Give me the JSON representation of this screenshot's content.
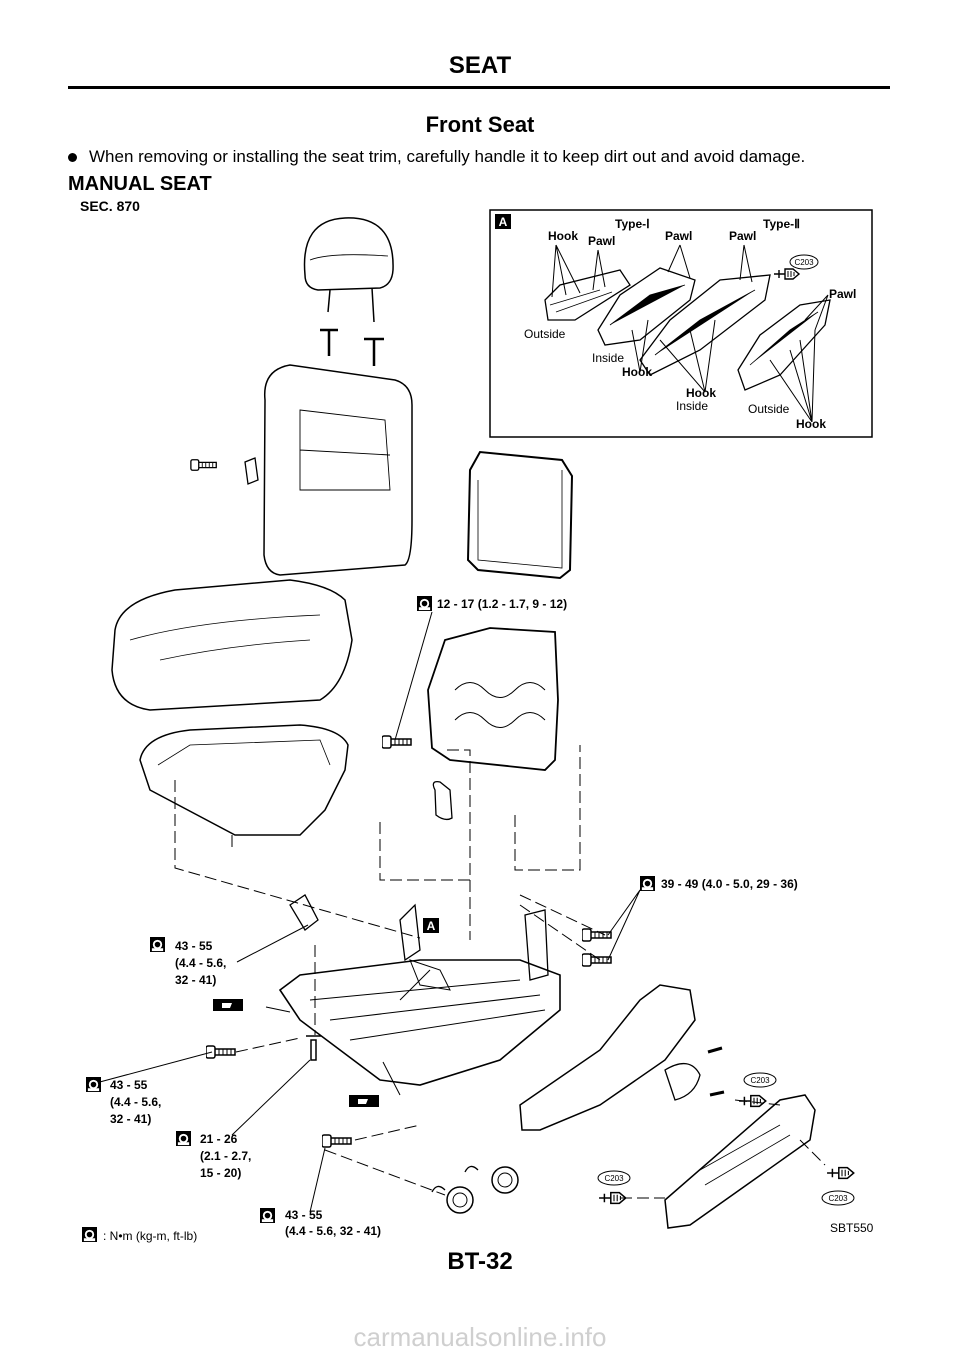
{
  "header": {
    "title": "SEAT"
  },
  "section": {
    "title": "Front Seat"
  },
  "note": {
    "text": "When removing or installing the seat trim, carefully handle it to keep dirt out and avoid damage."
  },
  "subsection": {
    "title": "MANUAL SEAT"
  },
  "figure": {
    "sec_label": "SEC. 870",
    "ref_code": "SBT550",
    "legend": ": N•m (kg-m, ft-lb)",
    "inset": {
      "marker": "A",
      "type1": "Type-Ⅰ",
      "type2": "Type-Ⅱ",
      "hook": "Hook",
      "pawl": "Pawl",
      "outside": "Outside",
      "inside": "Inside",
      "clip": "C203"
    },
    "torques": {
      "t1": "12 - 17 (1.2 - 1.7, 9 - 12)",
      "t2": "39 - 49 (4.0 - 5.0, 29 - 36)",
      "t3_l1": "43 - 55",
      "t3_l2": "(4.4 - 5.6,",
      "t3_l3": "32 - 41)",
      "t4_l1": "43 - 55",
      "t4_l2": "(4.4 - 5.6,",
      "t4_l3": "32 - 41)",
      "t5_l1": "21 - 26",
      "t5_l2": "(2.1 - 2.7,",
      "t5_l3": "15 - 20)",
      "t6_l1": "43 - 55",
      "t6_l2": "(4.4 - 5.6, 32 - 41)"
    }
  },
  "footer": {
    "page": "BT-32"
  },
  "watermark": {
    "text": "carmanualsonline.info"
  }
}
